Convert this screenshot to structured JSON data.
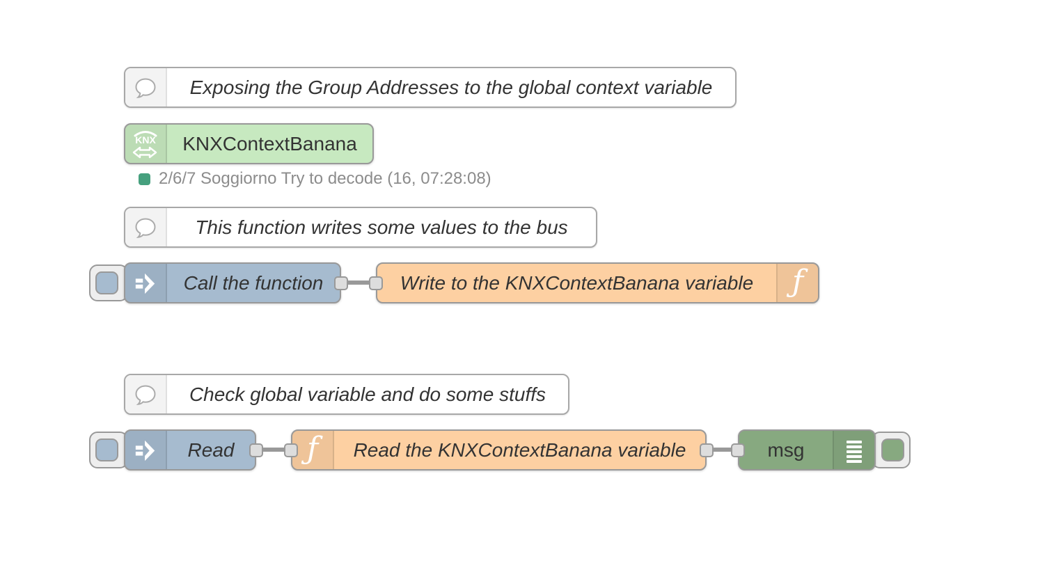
{
  "colors": {
    "canvas_bg": "#ffffff",
    "node_border": "#999999",
    "comment_bg": "#ffffff",
    "comment_border": "#a8a8a8",
    "inject_bg": "#a6bbcf",
    "function_bg": "#fdd0a2",
    "debug_bg": "#87a980",
    "knx_bg": "#c7e9c0",
    "wire": "#999999",
    "port_bg": "#dddddd",
    "label_color": "#333333",
    "status_text_color": "#8c8c8c",
    "status_dot": "#46a07e",
    "button_bg": "#eeeeee"
  },
  "icons": {
    "function_glyph": "ƒ",
    "knx_text": "KNX"
  },
  "nodes": {
    "comment_exposing": {
      "label": "Exposing the Group Addresses to the global context variable"
    },
    "knx_context": {
      "label": "KNXContextBanana",
      "status_text": "2/6/7 Soggiorno Try to decode (16, 07:28:08)"
    },
    "comment_write": {
      "label": "This function writes some values to the bus"
    },
    "inject_call": {
      "label": "Call the function"
    },
    "function_write": {
      "label": "Write to the KNXContextBanana variable"
    },
    "comment_check": {
      "label": "Check global variable and do some stuffs"
    },
    "inject_read": {
      "label": "Read"
    },
    "function_read": {
      "label": "Read the KNXContextBanana variable"
    },
    "debug_msg": {
      "label": "msg"
    }
  }
}
